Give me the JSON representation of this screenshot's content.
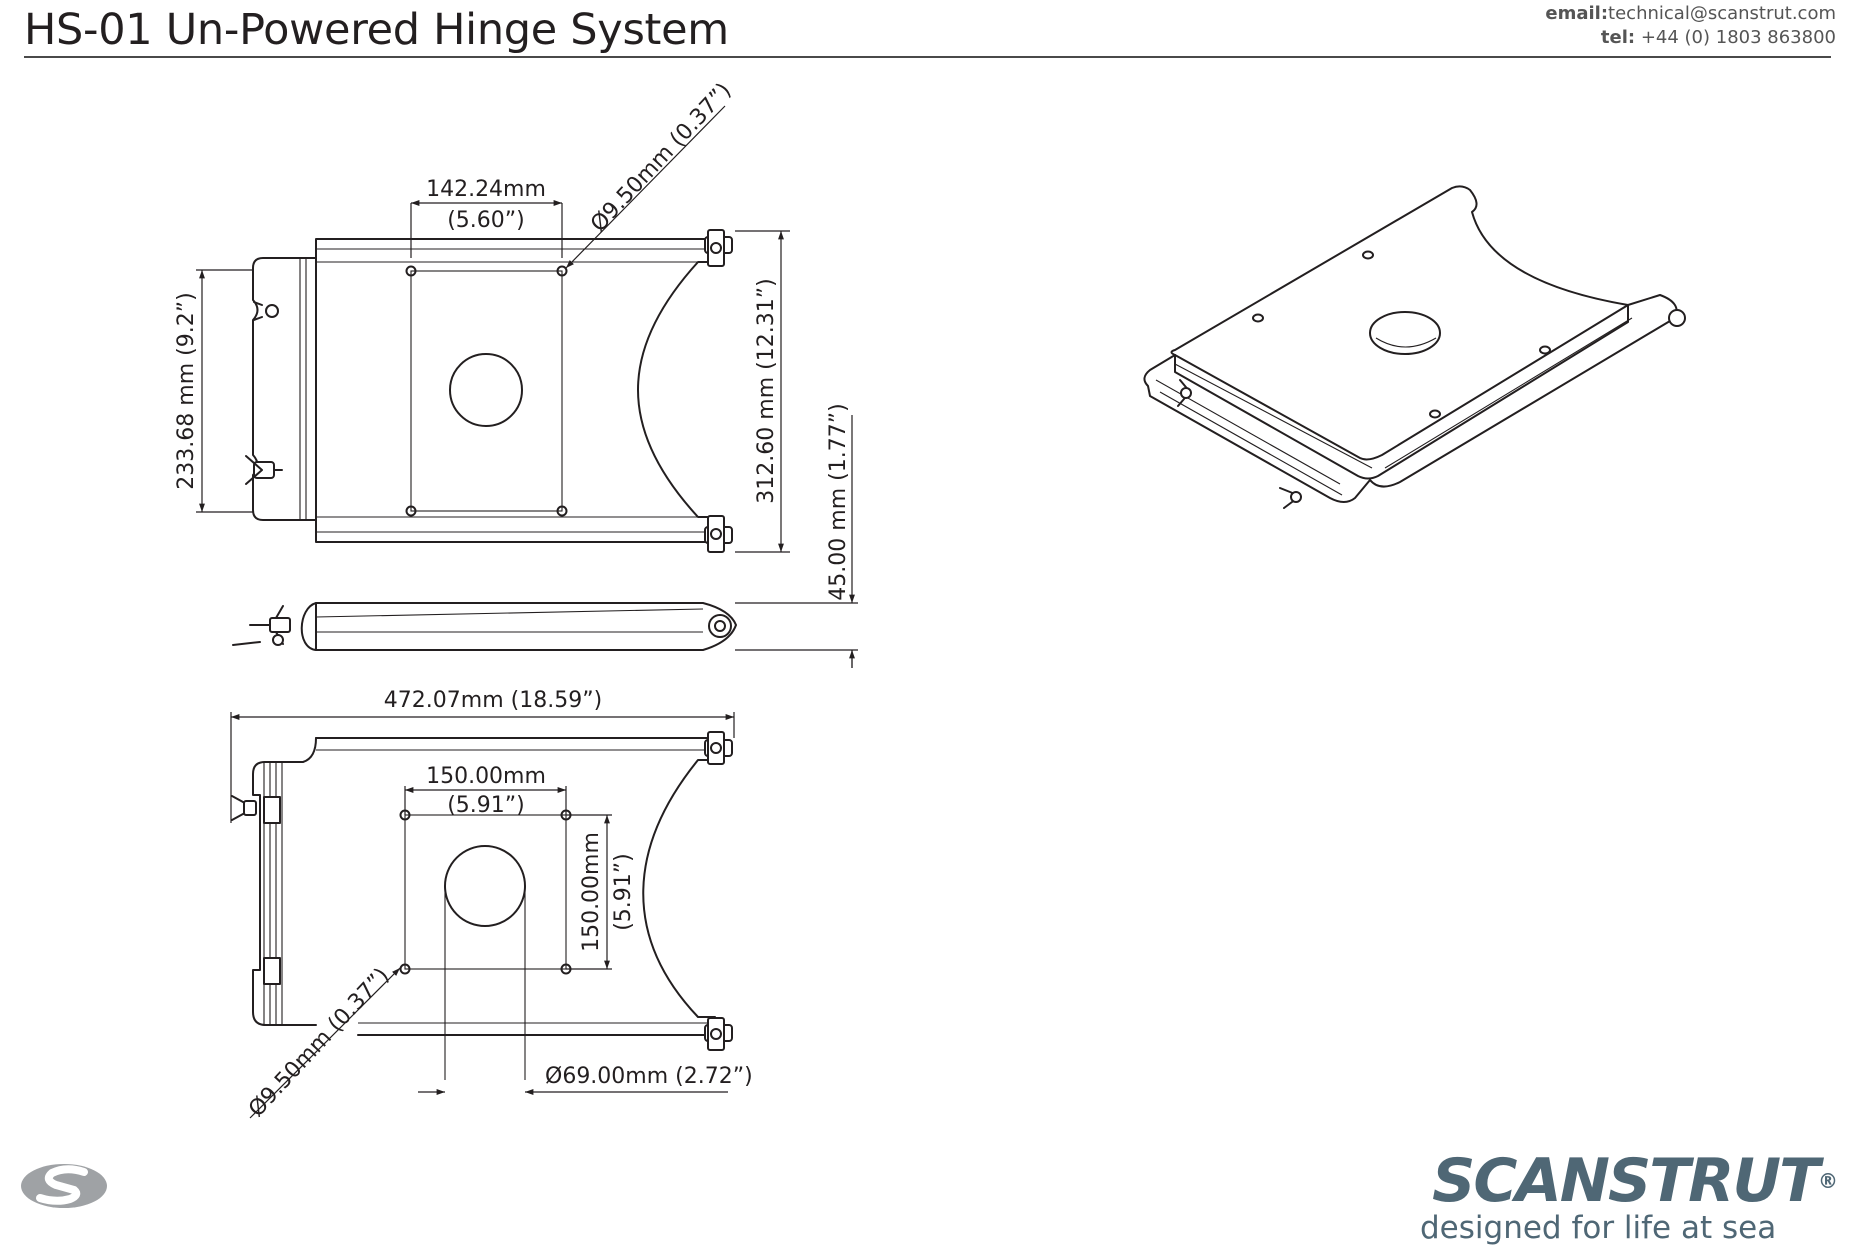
{
  "title": "HS-01  Un-Powered Hinge System",
  "contact": {
    "email_label": "email:",
    "email": "technical@scanstrut.com",
    "tel_label": "tel:",
    "tel": " +44 (0) 1803 863800"
  },
  "dimensions": {
    "top_hole_spacing_mm": "142.24mm",
    "top_hole_spacing_in": "(5.60”)",
    "top_hole_dia": "Ø9.50mm (0.37”)",
    "width_left": "233.68 mm (9.2”)",
    "width_right": "312.60 mm (12.31”)",
    "height": "45.00 mm (1.77”)",
    "length": "472.07mm (18.59”)",
    "bottom_hole_spacing_mm": "150.00mm",
    "bottom_hole_spacing_in": "(5.91”)",
    "bottom_hole_spacing_v_mm": "150.00mm",
    "bottom_hole_spacing_v_in": "(5.91”)",
    "bottom_hole_dia": "Ø9.50mm (0.37”)",
    "center_hole_dia": "Ø69.00mm (2.72”)"
  },
  "brand": {
    "name": "SCANSTRUT",
    "trademark": "®",
    "tagline": "designed for life at sea"
  },
  "colors": {
    "ink": "#231f20",
    "brand": "#4f6775",
    "logo_grey": "#9fa2a5"
  }
}
